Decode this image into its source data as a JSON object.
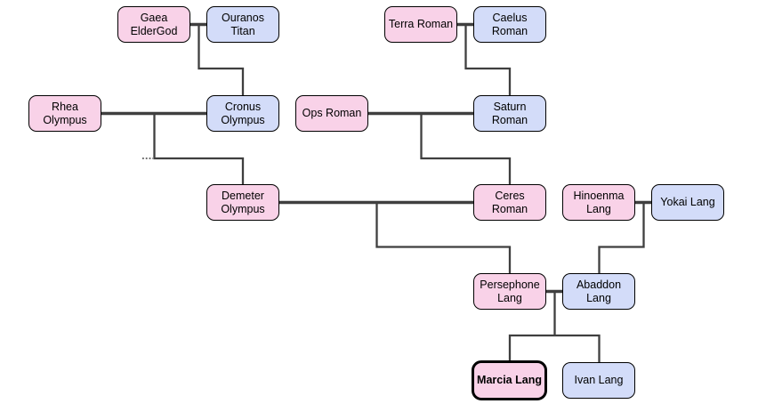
{
  "diagram_type": "family-tree",
  "colors": {
    "female_fill": "#f9d2e8",
    "male_fill": "#d3dcf9",
    "node_border": "#000000",
    "highlight_border": "#000000",
    "connector": "#3f3f3f",
    "background": "#ffffff"
  },
  "nodes": [
    {
      "id": "gaea",
      "label": "Gaea\nElderGod",
      "fill": "#f9d2e8",
      "highlighted": false
    },
    {
      "id": "ouranos",
      "label": "Ouranos\nTitan",
      "fill": "#d3dcf9",
      "highlighted": false
    },
    {
      "id": "terra",
      "label": "Terra Roman",
      "fill": "#f9d2e8",
      "highlighted": false
    },
    {
      "id": "caelus",
      "label": "Caelus\nRoman",
      "fill": "#d3dcf9",
      "highlighted": false
    },
    {
      "id": "rhea",
      "label": "Rhea\nOlympus",
      "fill": "#f9d2e8",
      "highlighted": false
    },
    {
      "id": "cronus",
      "label": "Cronus\nOlympus",
      "fill": "#d3dcf9",
      "highlighted": false
    },
    {
      "id": "ops",
      "label": "Ops Roman",
      "fill": "#f9d2e8",
      "highlighted": false
    },
    {
      "id": "saturn",
      "label": "Saturn\nRoman",
      "fill": "#d3dcf9",
      "highlighted": false
    },
    {
      "id": "demeter",
      "label": "Demeter\nOlympus",
      "fill": "#f9d2e8",
      "highlighted": false
    },
    {
      "id": "ceres",
      "label": "Ceres\nRoman",
      "fill": "#f9d2e8",
      "highlighted": false
    },
    {
      "id": "hinoenma",
      "label": "Hinoenma\nLang",
      "fill": "#f9d2e8",
      "highlighted": false
    },
    {
      "id": "yokai",
      "label": "Yokai Lang",
      "fill": "#d3dcf9",
      "highlighted": false
    },
    {
      "id": "persephone",
      "label": "Persephone\nLang",
      "fill": "#f9d2e8",
      "highlighted": false
    },
    {
      "id": "abaddon",
      "label": "Abaddon\nLang",
      "fill": "#d3dcf9",
      "highlighted": false
    },
    {
      "id": "marcia",
      "label": "Marcia Lang",
      "fill": "#f9d2e8",
      "highlighted": true
    },
    {
      "id": "ivan",
      "label": "Ivan Lang",
      "fill": "#d3dcf9",
      "highlighted": false
    }
  ],
  "families": [
    {
      "parents": [
        "Gaea ElderGod",
        "Ouranos Titan"
      ],
      "children": [
        "Cronus Olympus"
      ]
    },
    {
      "parents": [
        "Rhea Olympus",
        "Cronus Olympus"
      ],
      "children": [
        "Demeter Olympus"
      ],
      "truncated_siblings": true
    },
    {
      "parents": [
        "Terra Roman",
        "Caelus Roman"
      ],
      "children": [
        "Saturn Roman"
      ]
    },
    {
      "parents": [
        "Ops Roman",
        "Saturn Roman"
      ],
      "children": [
        "Ceres Roman"
      ]
    },
    {
      "parents": [
        "Demeter Olympus",
        "Ceres Roman"
      ],
      "children": [
        "Persephone Lang"
      ]
    },
    {
      "parents": [
        "Hinoenma Lang",
        "Yokai Lang"
      ],
      "children": [
        "Abaddon Lang"
      ]
    },
    {
      "parents": [
        "Persephone Lang",
        "Abaddon Lang"
      ],
      "children": [
        "Marcia Lang",
        "Ivan Lang"
      ]
    }
  ]
}
